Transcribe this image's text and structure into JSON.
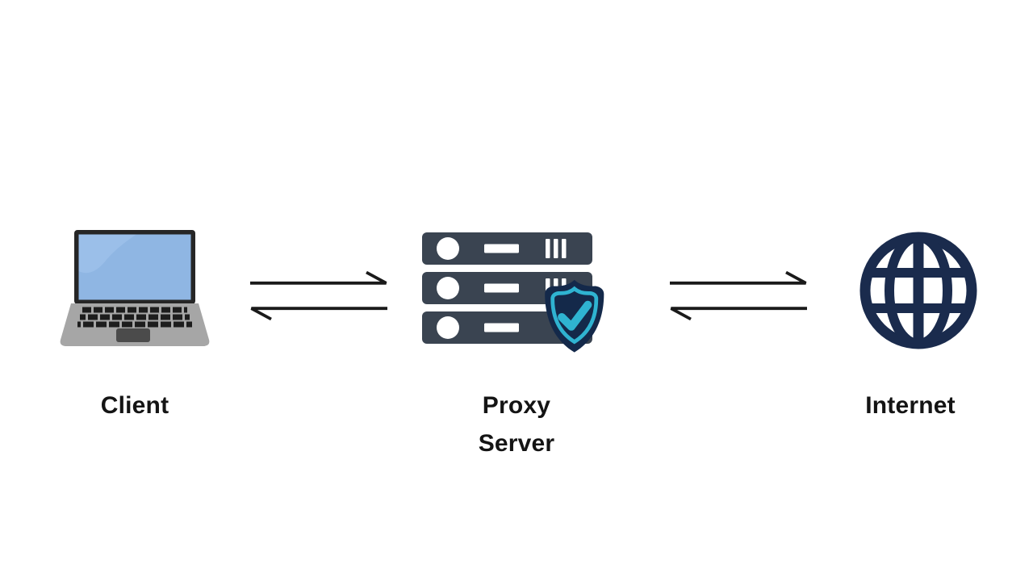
{
  "diagram": {
    "background": "#ffffff",
    "nodes": [
      {
        "id": "client",
        "label": "Client",
        "icon": "laptop-icon"
      },
      {
        "id": "proxy-server",
        "label_line1": "Proxy",
        "label_line2": "Server",
        "icon": "server-shield-icon"
      },
      {
        "id": "internet",
        "label": "Internet",
        "icon": "globe-icon"
      }
    ],
    "connections": [
      {
        "from": "client",
        "to": "proxy-server",
        "style": "bidirectional-half-arrows"
      },
      {
        "from": "proxy-server",
        "to": "internet",
        "style": "bidirectional-half-arrows"
      }
    ],
    "colors": {
      "label_text": "#141414",
      "arrow": "#1a1a1a",
      "server_body": "#3a4451",
      "server_detail": "#ffffff",
      "shield_navy": "#14294a",
      "shield_teal": "#2fb3d1",
      "globe_navy": "#1a2b4d",
      "laptop_frame": "#262626",
      "laptop_screen": "#8fb6e3",
      "laptop_screen_highlight": "#9dc1ea",
      "laptop_body": "#a6a6a6",
      "laptop_keys": "#1d1d1d",
      "laptop_touchpad": "#4b4b4b"
    }
  }
}
